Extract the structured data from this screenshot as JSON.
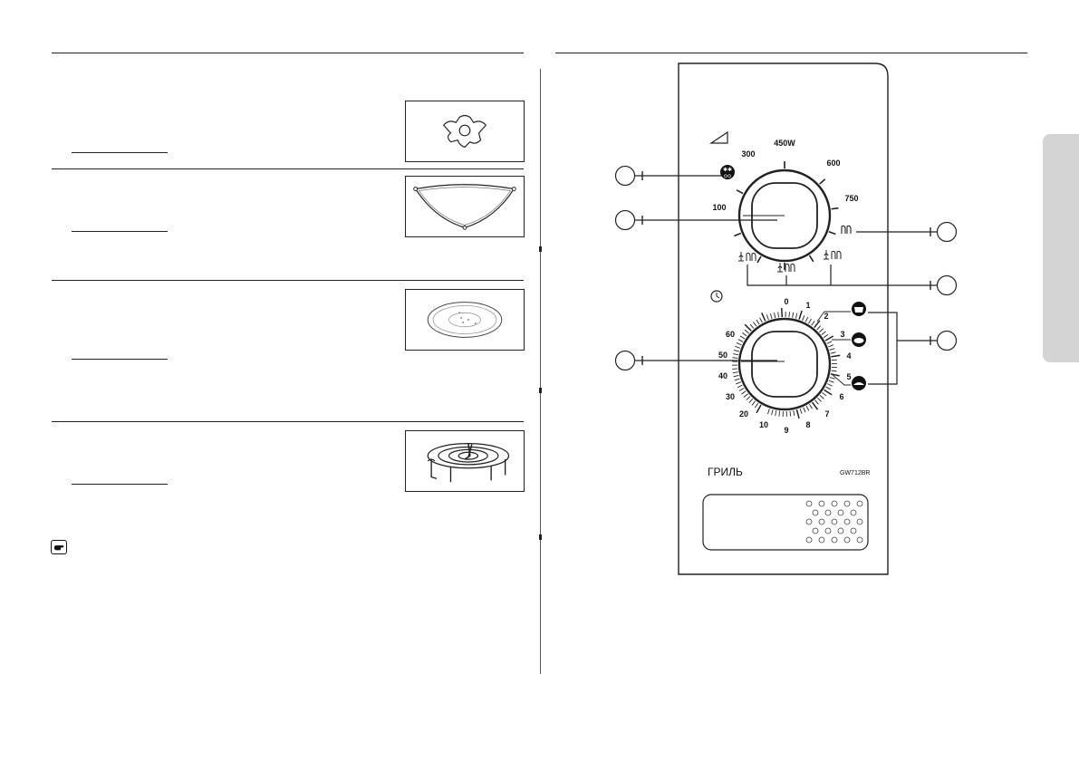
{
  "left_page": {
    "accessories": [
      {
        "name": "coupler",
        "icon": "coupler-icon"
      },
      {
        "name": "roller-ring",
        "icon": "roller-ring-icon"
      },
      {
        "name": "turntable",
        "icon": "turntable-icon"
      },
      {
        "name": "grill-rack",
        "icon": "grill-rack-icon"
      }
    ],
    "note_icon": "pointing-hand-icon"
  },
  "control_panel": {
    "power_dial": {
      "levels": [
        "100",
        "300",
        "450W",
        "600",
        "750"
      ],
      "defrost_icon": "defrost-icon",
      "grill_icon": "grill-icon",
      "combi_icon": "combi-icon",
      "power_icon": "power-triangle-icon"
    },
    "timer_dial": {
      "minute_marks": [
        "0",
        "1",
        "2",
        "3",
        "4",
        "5",
        "6",
        "7",
        "8",
        "9",
        "10",
        "20",
        "30",
        "40",
        "50",
        "60"
      ],
      "clock_icon": "clock-icon",
      "auto_cook_icons": [
        "cup-icon",
        "plate-icon",
        "dish-icon"
      ]
    },
    "brand_label": "ГРИЛЬ",
    "model": "GW712BR",
    "speaker_grille": "vent-grille"
  },
  "colors": {
    "line": "#222222",
    "side_tab": "#d4d4d4",
    "icon_fill": "#111111"
  }
}
